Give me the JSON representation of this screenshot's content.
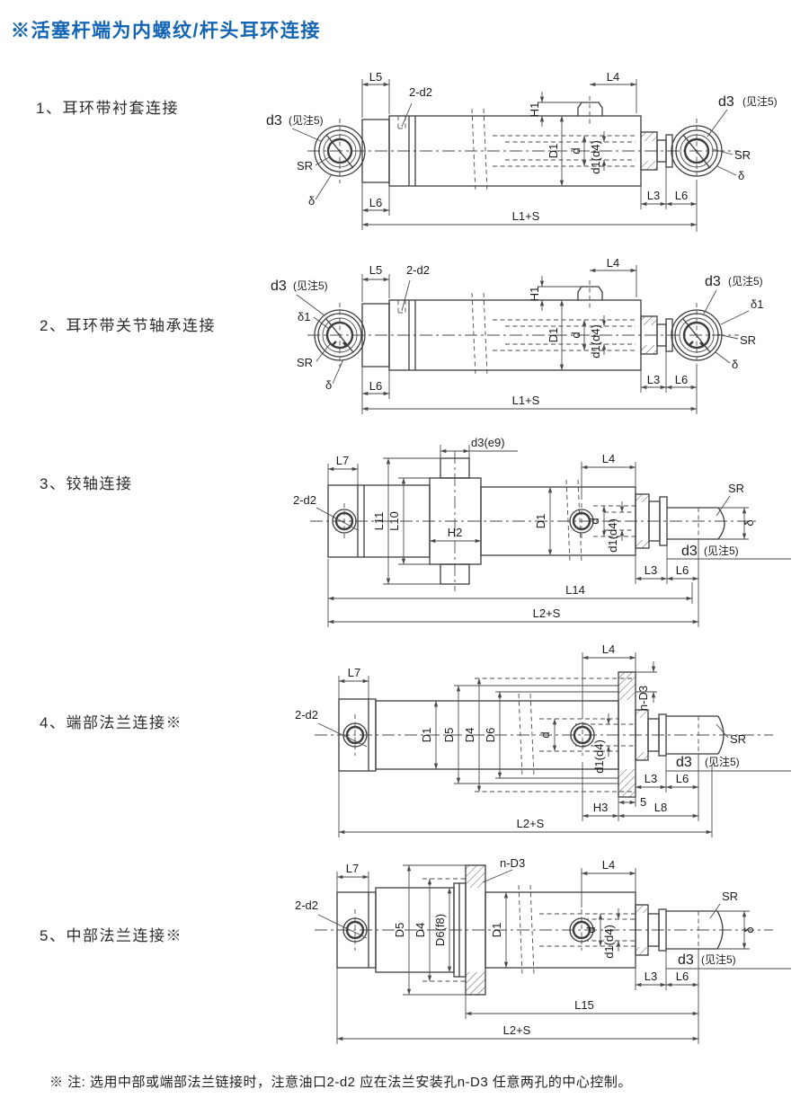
{
  "title": "※活塞杆端为内螺纹/杆头耳环连接",
  "footnote": "※ 注: 选用中部或端部法兰链接时，注意油口2-d2 应在法兰安装孔n-D3 任意两孔的中心控制。",
  "colors": {
    "title_blue": "#1464b4",
    "drawing_line": "#3d3d3d",
    "text": "#1c1c1c",
    "background": "#ffffff"
  },
  "sections": [
    "1、耳环带衬套连接",
    "2、耳环带关节轴承连接",
    "3、铰轴连接",
    "4、端部法兰连接※",
    "5、中部法兰连接※"
  ],
  "dims": {
    "d3": "d3",
    "note5": "(见注5)",
    "sr": "SR",
    "delta": "δ",
    "delta1": "δ1",
    "L5": "L5",
    "L6": "L6",
    "L4": "L4",
    "L3": "L3",
    "H1": "H1",
    "two_d2": "2-d2",
    "D1": "D1",
    "d": "d",
    "d1d4": "d1(d4)",
    "L1S": "L1+S",
    "d3e9": "d3(e9)",
    "L7": "L7",
    "L11": "L11",
    "L10": "L10",
    "H2": "H2",
    "L14": "L14",
    "L2S": "L2+S",
    "D5": "D5",
    "D4": "D4",
    "D6": "D6",
    "D6f8": "D6(f8)",
    "nD3": "n-D3",
    "five": "5",
    "H3": "H3",
    "L8": "L8",
    "L15": "L15"
  }
}
